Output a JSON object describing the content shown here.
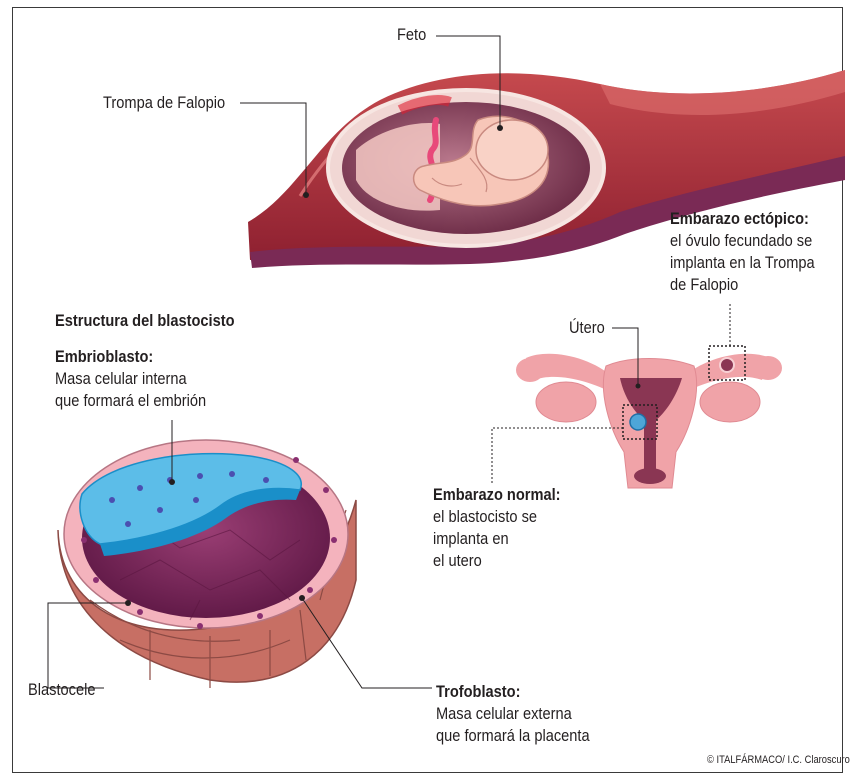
{
  "labels": {
    "feto": "Feto",
    "trompa": "Trompa de Falopio",
    "estructura_title": "Estructura del blastocisto",
    "embrioblasto": {
      "title": "Embrioblasto:",
      "line1": "Masa celular interna",
      "line2": "que formará el embrión"
    },
    "utero": "Útero",
    "ectopico": {
      "title": "Embarazo ectópico:",
      "line1": "el óvulo fecundado se",
      "line2": "implanta en la Trompa",
      "line3": "de Falopio"
    },
    "normal": {
      "title": "Embarazo normal:",
      "line1": "el blastocisto se",
      "line2": "implanta en",
      "line3": "el utero"
    },
    "blastocele": "Blastocele",
    "trofoblasto": {
      "title": "Trofoblasto:",
      "line1": "Masa celular externa",
      "line2": "que formará la placenta"
    }
  },
  "credit": "© ITALFÁRMACO/ I.C. Claroscuro",
  "colors": {
    "tube": "#a4303a",
    "tube_outer": "#c9626a",
    "tube_lumen": "#f2c6c8",
    "sac": "#7b3a52",
    "fetus": "#f7c6b8",
    "uterus": "#f0a3a8",
    "uterus_cavity": "#8a3653",
    "blastocyst_cavity": "#7c2a5b",
    "embryoblast": "#5cbde8",
    "embryoblast_dark": "#1a8fc9",
    "trophoblast": "#f4b3bd",
    "trophoblast_base": "#c76f64",
    "leader": "#231f20"
  }
}
